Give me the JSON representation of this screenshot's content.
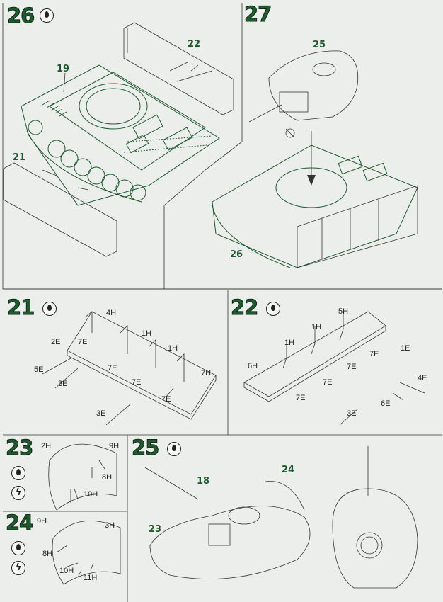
{
  "steps": {
    "s26": {
      "number": "26",
      "parts": {
        "p22": "22",
        "p19": "19",
        "p21": "21"
      }
    },
    "s27": {
      "number": "27",
      "parts": {
        "p25": "25",
        "p26": "26"
      }
    },
    "s21": {
      "number": "21",
      "labels": {
        "l4h": "4H",
        "l2e": "2E",
        "l7e_a": "7E",
        "l1h_a": "1H",
        "l1h_b": "1H",
        "l5e": "5E",
        "l7e_b": "7E",
        "l7e_c": "7E",
        "l3e_a": "3E",
        "l7h": "7H",
        "l7e_d": "7E",
        "l3e_b": "3E"
      }
    },
    "s22": {
      "number": "22",
      "labels": {
        "l5h": "5H",
        "l1h_a": "1H",
        "l1h_b": "1H",
        "l7e_a": "7E",
        "l1e": "1E",
        "l6h": "6H",
        "l7e_b": "7E",
        "l7e_c": "7E",
        "l4e": "4E",
        "l7e_d": "7E",
        "l6e": "6E",
        "l3e": "3E"
      }
    },
    "s23": {
      "number": "23",
      "labels": {
        "l2h": "2H",
        "l9h": "9H",
        "l8h": "8H",
        "l10h": "10H"
      }
    },
    "s24": {
      "number": "24",
      "labels": {
        "l9h": "9H",
        "l3h": "3H",
        "l8h": "8H",
        "l10h": "10H",
        "l11h": "11H"
      }
    },
    "s25": {
      "number": "25",
      "parts": {
        "p18": "18",
        "p24": "24",
        "p23": "23"
      }
    }
  },
  "icons": {
    "glue_drop": "glue-drop-icon",
    "cement_zigzag": "cement-icon",
    "no_glue": "no-glue-icon"
  },
  "colors": {
    "step_green": "#1f5a2f",
    "paper": "#eceeeb",
    "line": "#333333"
  }
}
